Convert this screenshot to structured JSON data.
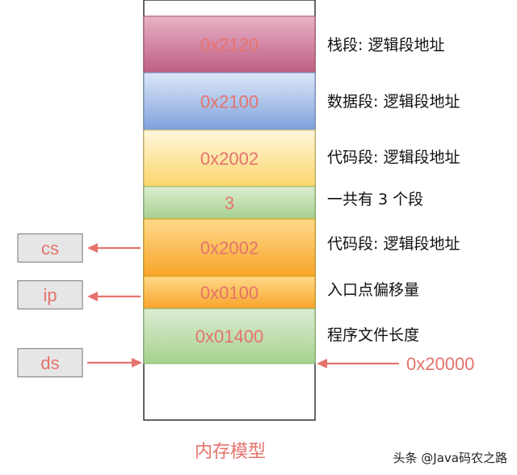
{
  "colors": {
    "accent": "#e5736d",
    "label_text": "#111111",
    "outline": "#333333"
  },
  "memory": {
    "segments": [
      {
        "value": "0x2120",
        "label": "栈段: 逻辑段地址",
        "color_top": "#e8b3c6",
        "color_bottom": "#bf5d84",
        "border": "#a5506f"
      },
      {
        "value": "0x2100",
        "label": "数据段: 逻辑段地址",
        "color_top": "#dce7f7",
        "color_bottom": "#7ea1dc",
        "border": "#6c8ebf"
      },
      {
        "value": "0x2002",
        "label": "代码段: 逻辑段地址",
        "color_top": "#fff7de",
        "color_bottom": "#fad66a",
        "border": "#d6b656"
      },
      {
        "value": "3",
        "label": "一共有 3 个段",
        "color_top": "#dcecd2",
        "color_bottom": "#a6d18f",
        "border": "#82b366"
      },
      {
        "value": "0x2002",
        "label": "代码段: 逻辑段地址",
        "color_top": "#ffd98a",
        "color_bottom": "#f7a52a",
        "border": "#d79b00"
      },
      {
        "value": "0x0100",
        "label": "入口点偏移量",
        "color_top": "#ffd98a",
        "color_bottom": "#f7a52a",
        "border": "#d79b00"
      },
      {
        "value": "0x01400",
        "label": "程序文件长度",
        "color_top": "#dcecd2",
        "color_bottom": "#a6d18f",
        "border": "#82b366"
      }
    ]
  },
  "registers": [
    {
      "name": "cs",
      "points_to_segment": 4,
      "direction": "out"
    },
    {
      "name": "ip",
      "points_to_segment": 5,
      "direction": "out"
    },
    {
      "name": "ds",
      "points_to_segment": 6,
      "direction": "in"
    }
  ],
  "base_address": "0x20000",
  "caption": "内存模型",
  "watermark": "头条 @Java码农之路"
}
